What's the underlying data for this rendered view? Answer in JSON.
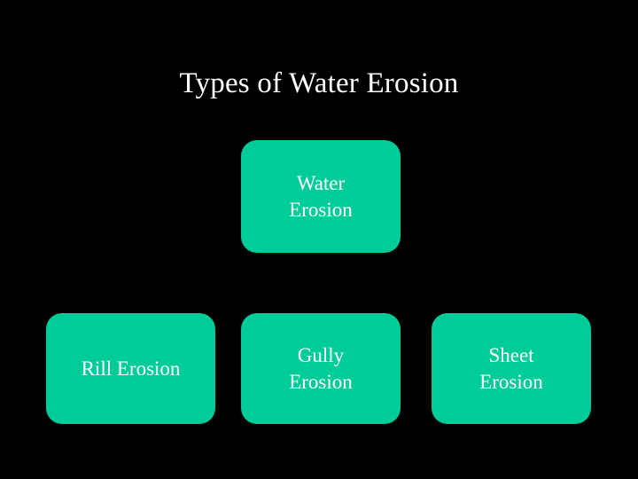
{
  "slide": {
    "title": "Types of Water Erosion",
    "background_color": "#000000",
    "title_color": "#FFFFFF"
  },
  "diagram": {
    "type": "hierarchy",
    "node_fill_color": "#00CC99",
    "node_text_color": "#FFFFFF",
    "root": {
      "id": "water-erosion",
      "label": "Water Erosion",
      "line1": "Water",
      "line2": "Erosion"
    },
    "children": [
      {
        "id": "rill-erosion",
        "label": "Rill Erosion",
        "line1": "Rill Erosion",
        "line2": ""
      },
      {
        "id": "gully-erosion",
        "label": "Gully Erosion",
        "line1": "Gully",
        "line2": "Erosion"
      },
      {
        "id": "sheet-erosion",
        "label": "Sheet Erosion",
        "line1": "Sheet",
        "line2": "Erosion"
      }
    ]
  }
}
